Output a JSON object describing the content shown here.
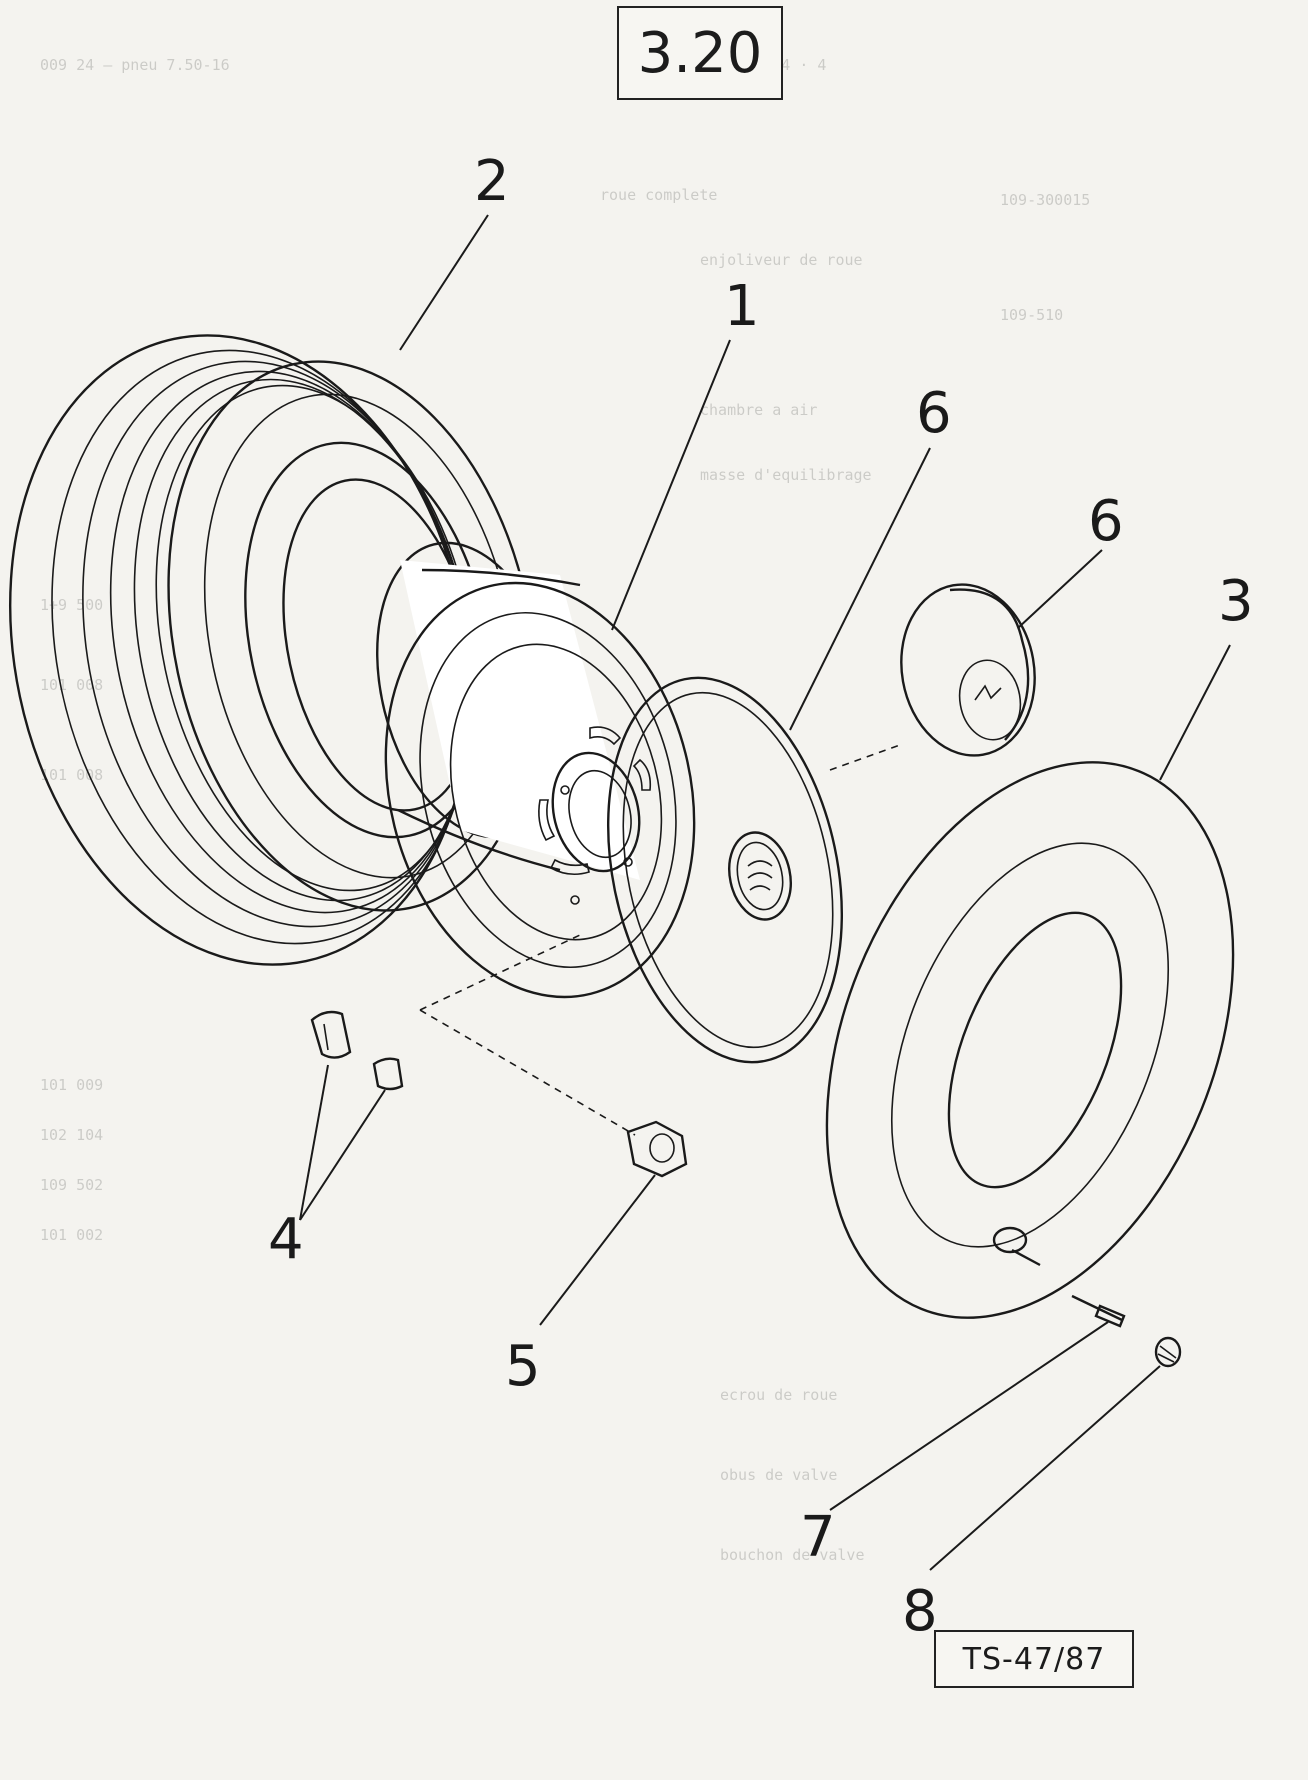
{
  "figure": {
    "number": "3.20",
    "drawing_code": "TS-47/87"
  },
  "callouts": {
    "wheel_rim": "1",
    "tyre": "2",
    "inner_tube": "3",
    "balance_weights": "4",
    "wheel_nut": "5",
    "hub_cap": "6",
    "hub_cap_small": "6",
    "valve_core": "7",
    "valve_cap": "8"
  },
  "logos": {
    "hub_cap_emblem": "tractor-brand-emblem",
    "small_cap_emblem": "brand-lettering"
  },
  "colors": {
    "ink": "#1a1a1a",
    "paper": "#f4f3ef"
  }
}
